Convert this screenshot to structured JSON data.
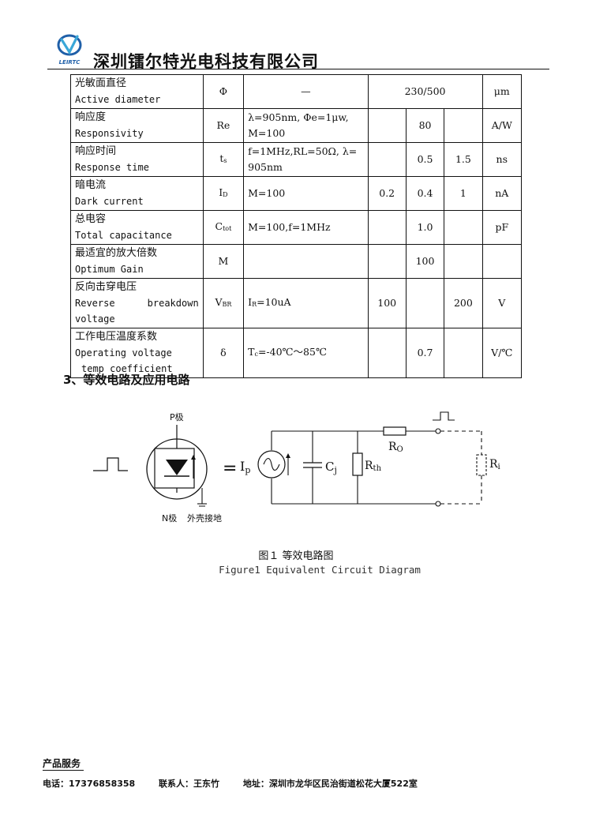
{
  "header": {
    "logo_text": "LEIRTC",
    "company": "深圳镭尔特光电科技有限公司"
  },
  "spec_table": {
    "rows": [
      {
        "name_zh": "光敏面直径",
        "name_en": "Active diameter",
        "symbol": "Φ",
        "condition": "—",
        "min": "",
        "typ": "230/500",
        "max": "",
        "unit": "μm"
      },
      {
        "name_zh": "响应度",
        "name_en": "Responsivity",
        "symbol": "Re",
        "condition_line1": "λ=905nm, Φe=1μw,",
        "condition_line2": "M=100",
        "min": "",
        "typ": "80",
        "max": "",
        "unit": "A/W"
      },
      {
        "name_zh": "响应时间",
        "name_en": "Response time",
        "symbol_main": "t",
        "symbol_sub": "s",
        "condition_line1": "f=1MHz,RL=50Ω, λ=",
        "condition_line2": "905nm",
        "min": "",
        "typ": "0.5",
        "max": "1.5",
        "unit": "ns"
      },
      {
        "name_zh": "暗电流",
        "name_en": "Dark current",
        "symbol_main": "I",
        "symbol_sub": "D",
        "condition": "M=100",
        "min": "0.2",
        "typ": "0.4",
        "max": "1",
        "unit": "nA"
      },
      {
        "name_zh": "总电容",
        "name_en": "Total capacitance",
        "symbol_main": "C",
        "symbol_sub": "tot",
        "condition": "M=100,f=1MHz",
        "min": "",
        "typ": "1.0",
        "max": "",
        "unit": "pF"
      },
      {
        "name_zh": "最适宜的放大倍数",
        "name_en": "Optimum Gain",
        "symbol": "M",
        "condition": "",
        "min": "",
        "typ": "100",
        "max": "",
        "unit": ""
      },
      {
        "name_zh": "反向击穿电压",
        "name_en_a": "Reverse",
        "name_en_b": "breakdown",
        "name_en_c": "voltage",
        "symbol_main": "V",
        "symbol_sub": "BR",
        "condition_main": "I",
        "condition_sub": "R",
        "condition_rest": "=10uA",
        "min": "100",
        "typ": "",
        "max": "200",
        "unit": "V"
      },
      {
        "name_zh": "工作电压温度系数",
        "name_en_a": "Operating voltage",
        "name_en_b": "temp coefficient",
        "symbol": "δ",
        "condition_main": "T",
        "condition_sub": "c",
        "condition_rest": "=-40℃～85℃",
        "min": "",
        "typ": "0.7",
        "max": "",
        "unit": "V/℃"
      }
    ]
  },
  "section": {
    "heading": "3、等效电路及应用电路"
  },
  "circuit": {
    "p_label": "P极",
    "n_label": "N极",
    "case_label": "外壳接地",
    "equals": "=",
    "ip_main": "I",
    "ip_sub": "p",
    "cj_main": "C",
    "cj_sub": "j",
    "rth_main": "R",
    "rth_sub": "th",
    "ro_main": "R",
    "ro_sub": "O",
    "ri_main": "R",
    "ri_sub": "i"
  },
  "figure": {
    "caption_zh": "图１ 等效电路图",
    "caption_en": "Figure1 Equivalent Circuit Diagram"
  },
  "footer": {
    "title": "产品服务",
    "phone": "电话：17376858358",
    "contact": "联系人：王东竹",
    "address": "地址：深圳市龙华区民治街道松花大厦522室"
  },
  "colors": {
    "ink": "#111111",
    "logo_blue": "#1f5fa8",
    "logo_cyan": "#3aa7d8",
    "component_blue": "#6a7fb8"
  }
}
